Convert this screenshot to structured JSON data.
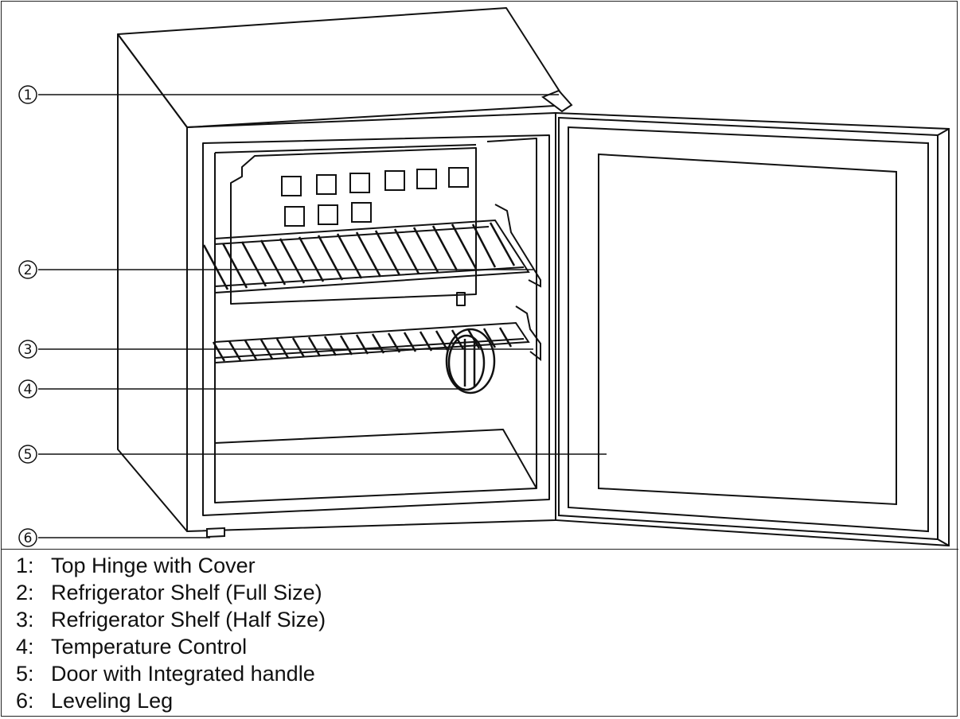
{
  "callouts": [
    {
      "marker": "①"
    },
    {
      "marker": "②"
    },
    {
      "marker": "③"
    },
    {
      "marker": "④"
    },
    {
      "marker": "⑤"
    },
    {
      "marker": "⑥"
    }
  ],
  "legend": [
    {
      "number": "1:",
      "label": "Top Hinge with Cover"
    },
    {
      "number": "2:",
      "label": "Refrigerator Shelf (Full Size)"
    },
    {
      "number": "3:",
      "label": "Refrigerator Shelf (Half Size)"
    },
    {
      "number": "4:",
      "label": "Temperature Control"
    },
    {
      "number": "5:",
      "label": "Door with Integrated handle"
    },
    {
      "number": "6:",
      "label": "Leveling Leg"
    }
  ]
}
